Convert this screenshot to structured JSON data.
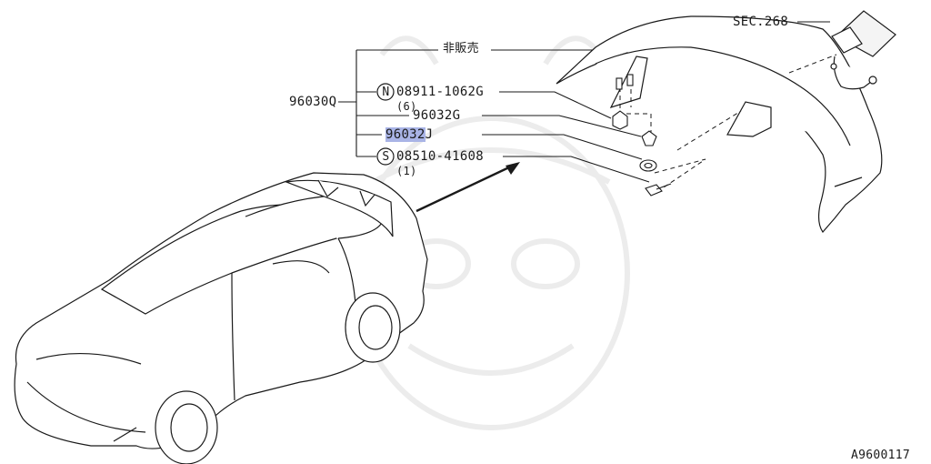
{
  "diagram": {
    "assembly_part": "96030Q",
    "not_for_sale": "非販売",
    "section_ref": "SEC.268",
    "figure_id": "A9600117",
    "parts": [
      {
        "marker": "N",
        "number": "08911-1062G",
        "qty": "(6)"
      },
      {
        "number": "96032G"
      },
      {
        "number_highlight": "96032",
        "suffix": "J"
      },
      {
        "marker": "S",
        "number": "08510-41608",
        "qty": "(1)"
      }
    ]
  }
}
